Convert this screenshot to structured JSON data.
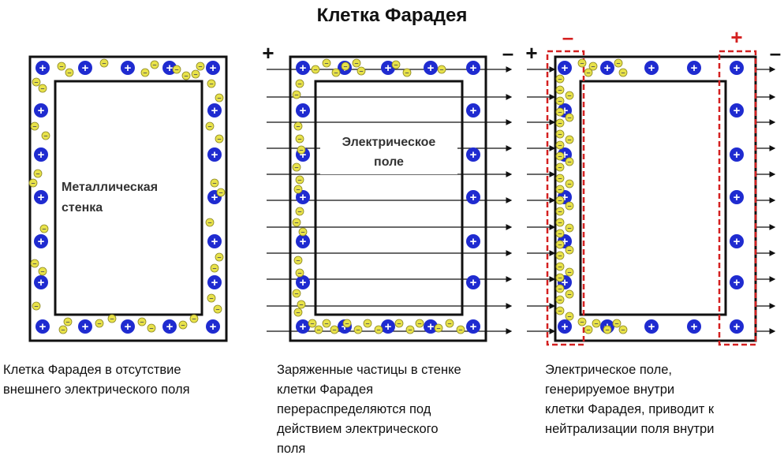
{
  "title": "Клетка Фарадея",
  "panel1": {
    "inner_label_line1": "Металлическая",
    "inner_label_line2": "стенка",
    "caption_lines": [
      "Клетка Фарадея в отсутствие",
      "внешнего электрического поля"
    ]
  },
  "panel2": {
    "left_sign": "+",
    "right_sign": "–",
    "field_label_line1": "Электрическое",
    "field_label_line2": "поле",
    "caption_lines": [
      "Заряженные частицы в стенке",
      "клетки Фарадея",
      "перераспределяются под",
      "действием электрического",
      "поля"
    ]
  },
  "panel3": {
    "left_sign": "+",
    "right_sign": "–",
    "left_zone_sign": "–",
    "right_zone_sign": "+",
    "caption_lines": [
      "Электрическое поле,",
      "генерируемое внутри",
      "клетки Фарадея, приводит к",
      "нейтрализации поля внутри"
    ]
  },
  "legend": {
    "positive_charge_symbol": "+",
    "negative_charge_symbol": "–"
  },
  "colors": {
    "positive_charge": "#1f2bd0",
    "negative_charge": "#e8e24a",
    "charged_zone": "#d42020",
    "frame": "#111111"
  }
}
